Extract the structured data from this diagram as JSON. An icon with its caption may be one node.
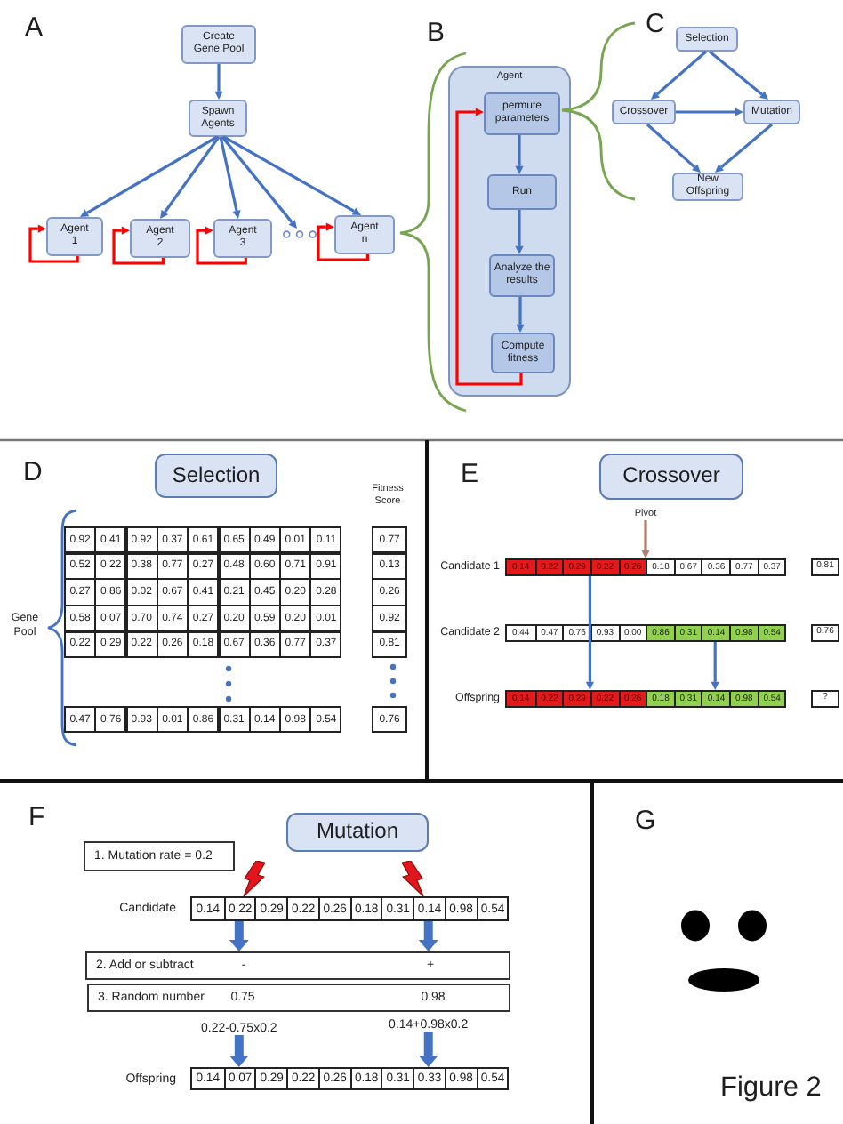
{
  "diagram": {
    "caption": "Figure 2",
    "nodes": [
      {
        "text": [
          "Create Gene Pool"
        ]
      },
      {
        "text": [
          "Spawn Agents"
        ]
      },
      {
        "text": [
          "Agent 1"
        ]
      },
      {
        "text": [
          "Agent 2"
        ]
      },
      {
        "text": [
          "Agent 3"
        ]
      },
      {
        "text": [],
        "shape": "ellipsis"
      },
      {
        "text": [
          "Agent n"
        ]
      },
      {
        "text": [
          "Agent"
        ]
      },
      {
        "text": [
          "permute parameters"
        ],
        "in": 7
      },
      {
        "text": [
          "Run"
        ],
        "in": 7
      },
      {
        "text": [
          "Analyze the results"
        ],
        "in": 7
      },
      {
        "text": [
          "Compute fitness"
        ],
        "in": 7
      },
      {
        "text": [
          "Selection"
        ]
      },
      {
        "text": [
          "Crossover"
        ]
      },
      {
        "text": [
          "Mutation"
        ]
      },
      {
        "text": [
          "New Offspring"
        ]
      },
      {
        "text": [
          "Selection"
        ]
      },
      {
        "text": [
          "Crossover"
        ]
      },
      {
        "text": [
          "Pivot"
        ]
      },
      {
        "text": [
          "0.14",
          "0.22",
          "0.29",
          "0.22",
          "0.26",
          "0.18",
          "0.67",
          "0.36",
          "0.77",
          "0.37"
        ],
        "beside": [
          "Candidate 1"
        ]
      },
      {
        "text": [
          "0.81"
        ]
      },
      {
        "text": [
          "0.44",
          "0.47",
          "0.76",
          "0.93",
          "0.00",
          "0.86",
          "0.31",
          "0.14",
          "0.98",
          "0.54"
        ],
        "beside": [
          "Candidate 2"
        ]
      },
      {
        "text": [
          "0.76"
        ]
      },
      {
        "text": [
          "0.14",
          "0.22",
          "0.29",
          "0.22",
          "0.26",
          "0.18",
          "0.31",
          "0.14",
          "0.98",
          "0.54"
        ],
        "beside": [
          "Offspring"
        ]
      },
      {
        "text": [
          "?"
        ]
      },
      {
        "text": [
          "Mutation"
        ]
      },
      {
        "text": [
          "1. Mutation rate = 0.2"
        ]
      },
      {
        "text": [
          "0.14",
          "0.22",
          "0.29",
          "0.22",
          "0.26",
          "0.18",
          "0.31",
          "0.14",
          "0.98",
          "0.54"
        ],
        "beside": [
          "Candidate"
        ]
      },
      {
        "text": [
          "2. Add or subtract",
          "-",
          "+"
        ]
      },
      {
        "text": [
          "3. Random number",
          "0.75",
          "0.98"
        ]
      },
      {
        "text": [
          "0.22-0.75x0.2"
        ]
      },
      {
        "text": [
          "0.14+0.98x0.2"
        ]
      },
      {
        "text": [
          "0.14",
          "0.07",
          "0.29",
          "0.22",
          "0.26",
          "0.18",
          "0.31",
          "0.33",
          "0.98",
          "0.54"
        ],
        "beside": [
          "Offspring"
        ]
      }
    ],
    "edges": [
      {
        "from": 0,
        "to": 1,
        "arrow": "to"
      },
      {
        "from": 1,
        "to": 2,
        "arrow": "to"
      },
      {
        "from": 1,
        "to": 3,
        "arrow": "to"
      },
      {
        "from": 1,
        "to": 4,
        "arrow": "to"
      },
      {
        "from": 1,
        "to": 5,
        "arrow": "to"
      },
      {
        "from": 1,
        "to": 6,
        "arrow": "to"
      },
      {
        "from": 2,
        "to": 2,
        "arrow": "to",
        "color": "#ff0000"
      },
      {
        "from": 3,
        "to": 3,
        "arrow": "to",
        "color": "#ff0000"
      },
      {
        "from": 4,
        "to": 4,
        "arrow": "to",
        "color": "#ff0000"
      },
      {
        "from": 6,
        "to": 6,
        "arrow": "to",
        "color": "#ff0000"
      },
      {
        "from": 8,
        "to": 9,
        "arrow": "to"
      },
      {
        "from": 9,
        "to": 10,
        "arrow": "to"
      },
      {
        "from": 10,
        "to": 11,
        "arrow": "to"
      },
      {
        "from": 11,
        "to": 8,
        "arrow": "to",
        "color": "#ff0000"
      },
      {
        "from": 12,
        "to": 13,
        "arrow": "to"
      },
      {
        "from": 12,
        "to": 14,
        "arrow": "to"
      },
      {
        "from": 13,
        "to": 14,
        "arrow": "to"
      },
      {
        "from": 13,
        "to": 15,
        "arrow": "to"
      },
      {
        "from": 14,
        "to": 15,
        "arrow": "to"
      },
      {
        "from": 18,
        "to": 19,
        "arrow": "to",
        "color": "#b07d6e"
      },
      {
        "from": 19,
        "to": 23,
        "arrow": "to"
      },
      {
        "from": 21,
        "to": 23,
        "arrow": "to"
      },
      {
        "from": 27,
        "to": 28,
        "arrow": "to",
        "style": "thick"
      },
      {
        "from": 27,
        "to": 28,
        "arrow": "to",
        "style": "thick"
      },
      {
        "from": 30,
        "to": 32,
        "arrow": "to",
        "style": "thick"
      },
      {
        "from": 31,
        "to": 32,
        "arrow": "to",
        "style": "thick"
      }
    ],
    "labels": [
      "A",
      "B",
      "C",
      "D",
      "Fitness Score",
      "Gene Pool",
      "0.92",
      "0.41",
      "0.92",
      "0.37",
      "0.61",
      "0.65",
      "0.49",
      "0.01",
      "0.11",
      "0.77",
      "0.52",
      "0.22",
      "0.38",
      "0.77",
      "0.27",
      "0.48",
      "0.60",
      "0.71",
      "0.91",
      "0.13",
      "0.27",
      "0.86",
      "0.02",
      "0.67",
      "0.41",
      "0.21",
      "0.45",
      "0.20",
      "0.28",
      "0.26",
      "0.58",
      "0.07",
      "0.70",
      "0.74",
      "0.27",
      "0.20",
      "0.59",
      "0.20",
      "0.01",
      "0.92",
      "0.22",
      "0.29",
      "0.22",
      "0.26",
      "0.18",
      "0.67",
      "0.36",
      "0.77",
      "0.37",
      "0.81",
      "0.47",
      "0.76",
      "0.93",
      "0.01",
      "0.86",
      "0.31",
      "0.14",
      "0.98",
      "0.54",
      "0.76",
      "E",
      "F",
      "G"
    ]
  }
}
